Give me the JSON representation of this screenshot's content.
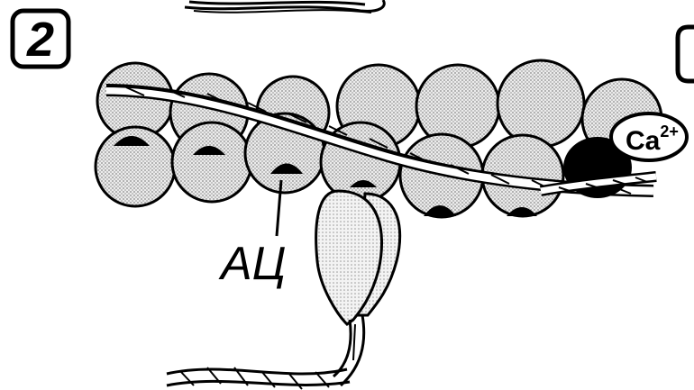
{
  "panel": {
    "number": "2",
    "next_panel_number": ""
  },
  "labels": {
    "active_center": "АЦ",
    "calcium_base": "Ca",
    "calcium_sup": "2+"
  }
}
